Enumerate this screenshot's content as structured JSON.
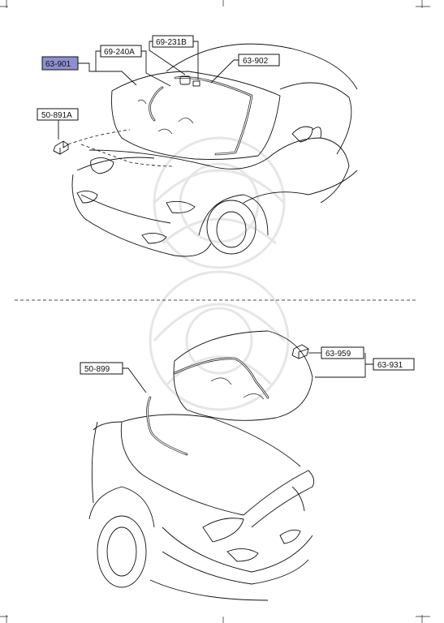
{
  "diagram": {
    "parts": {
      "p63901": "63-901",
      "p69240A": "69-240A",
      "p69231B": "69-231B",
      "p63902": "63-902",
      "p50891A": "50-891A",
      "p50899": "50-899",
      "p63959": "63-959",
      "p63931": "63-931"
    },
    "highlight_color": "#8f8fcf"
  }
}
